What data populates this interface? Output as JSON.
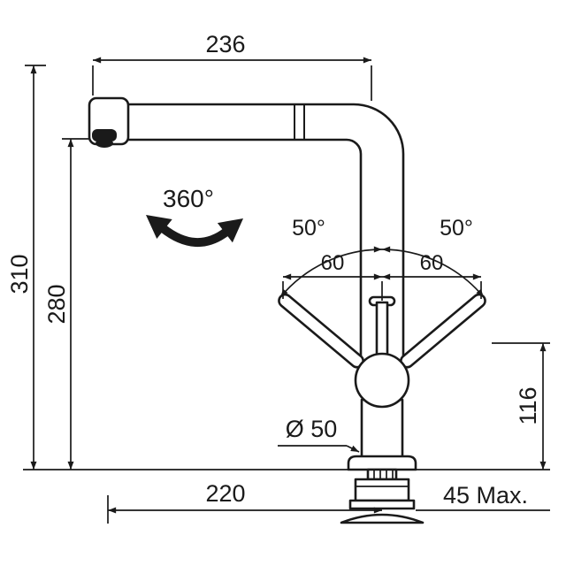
{
  "meta": {
    "background_color": "#ffffff",
    "line_color": "#1a1a1a",
    "drawing_type": "kitchen faucet dimension drawing"
  },
  "labels": {
    "reach": "236",
    "height_total": "310",
    "height_outlet": "280",
    "swivel": "360°",
    "angle_left": "50°",
    "angle_right": "50°",
    "offset_left": "60",
    "offset_right": "60",
    "handle_height": "116",
    "diameter": "Ø 50",
    "projection": "220",
    "max_thickness": "45 Max."
  }
}
